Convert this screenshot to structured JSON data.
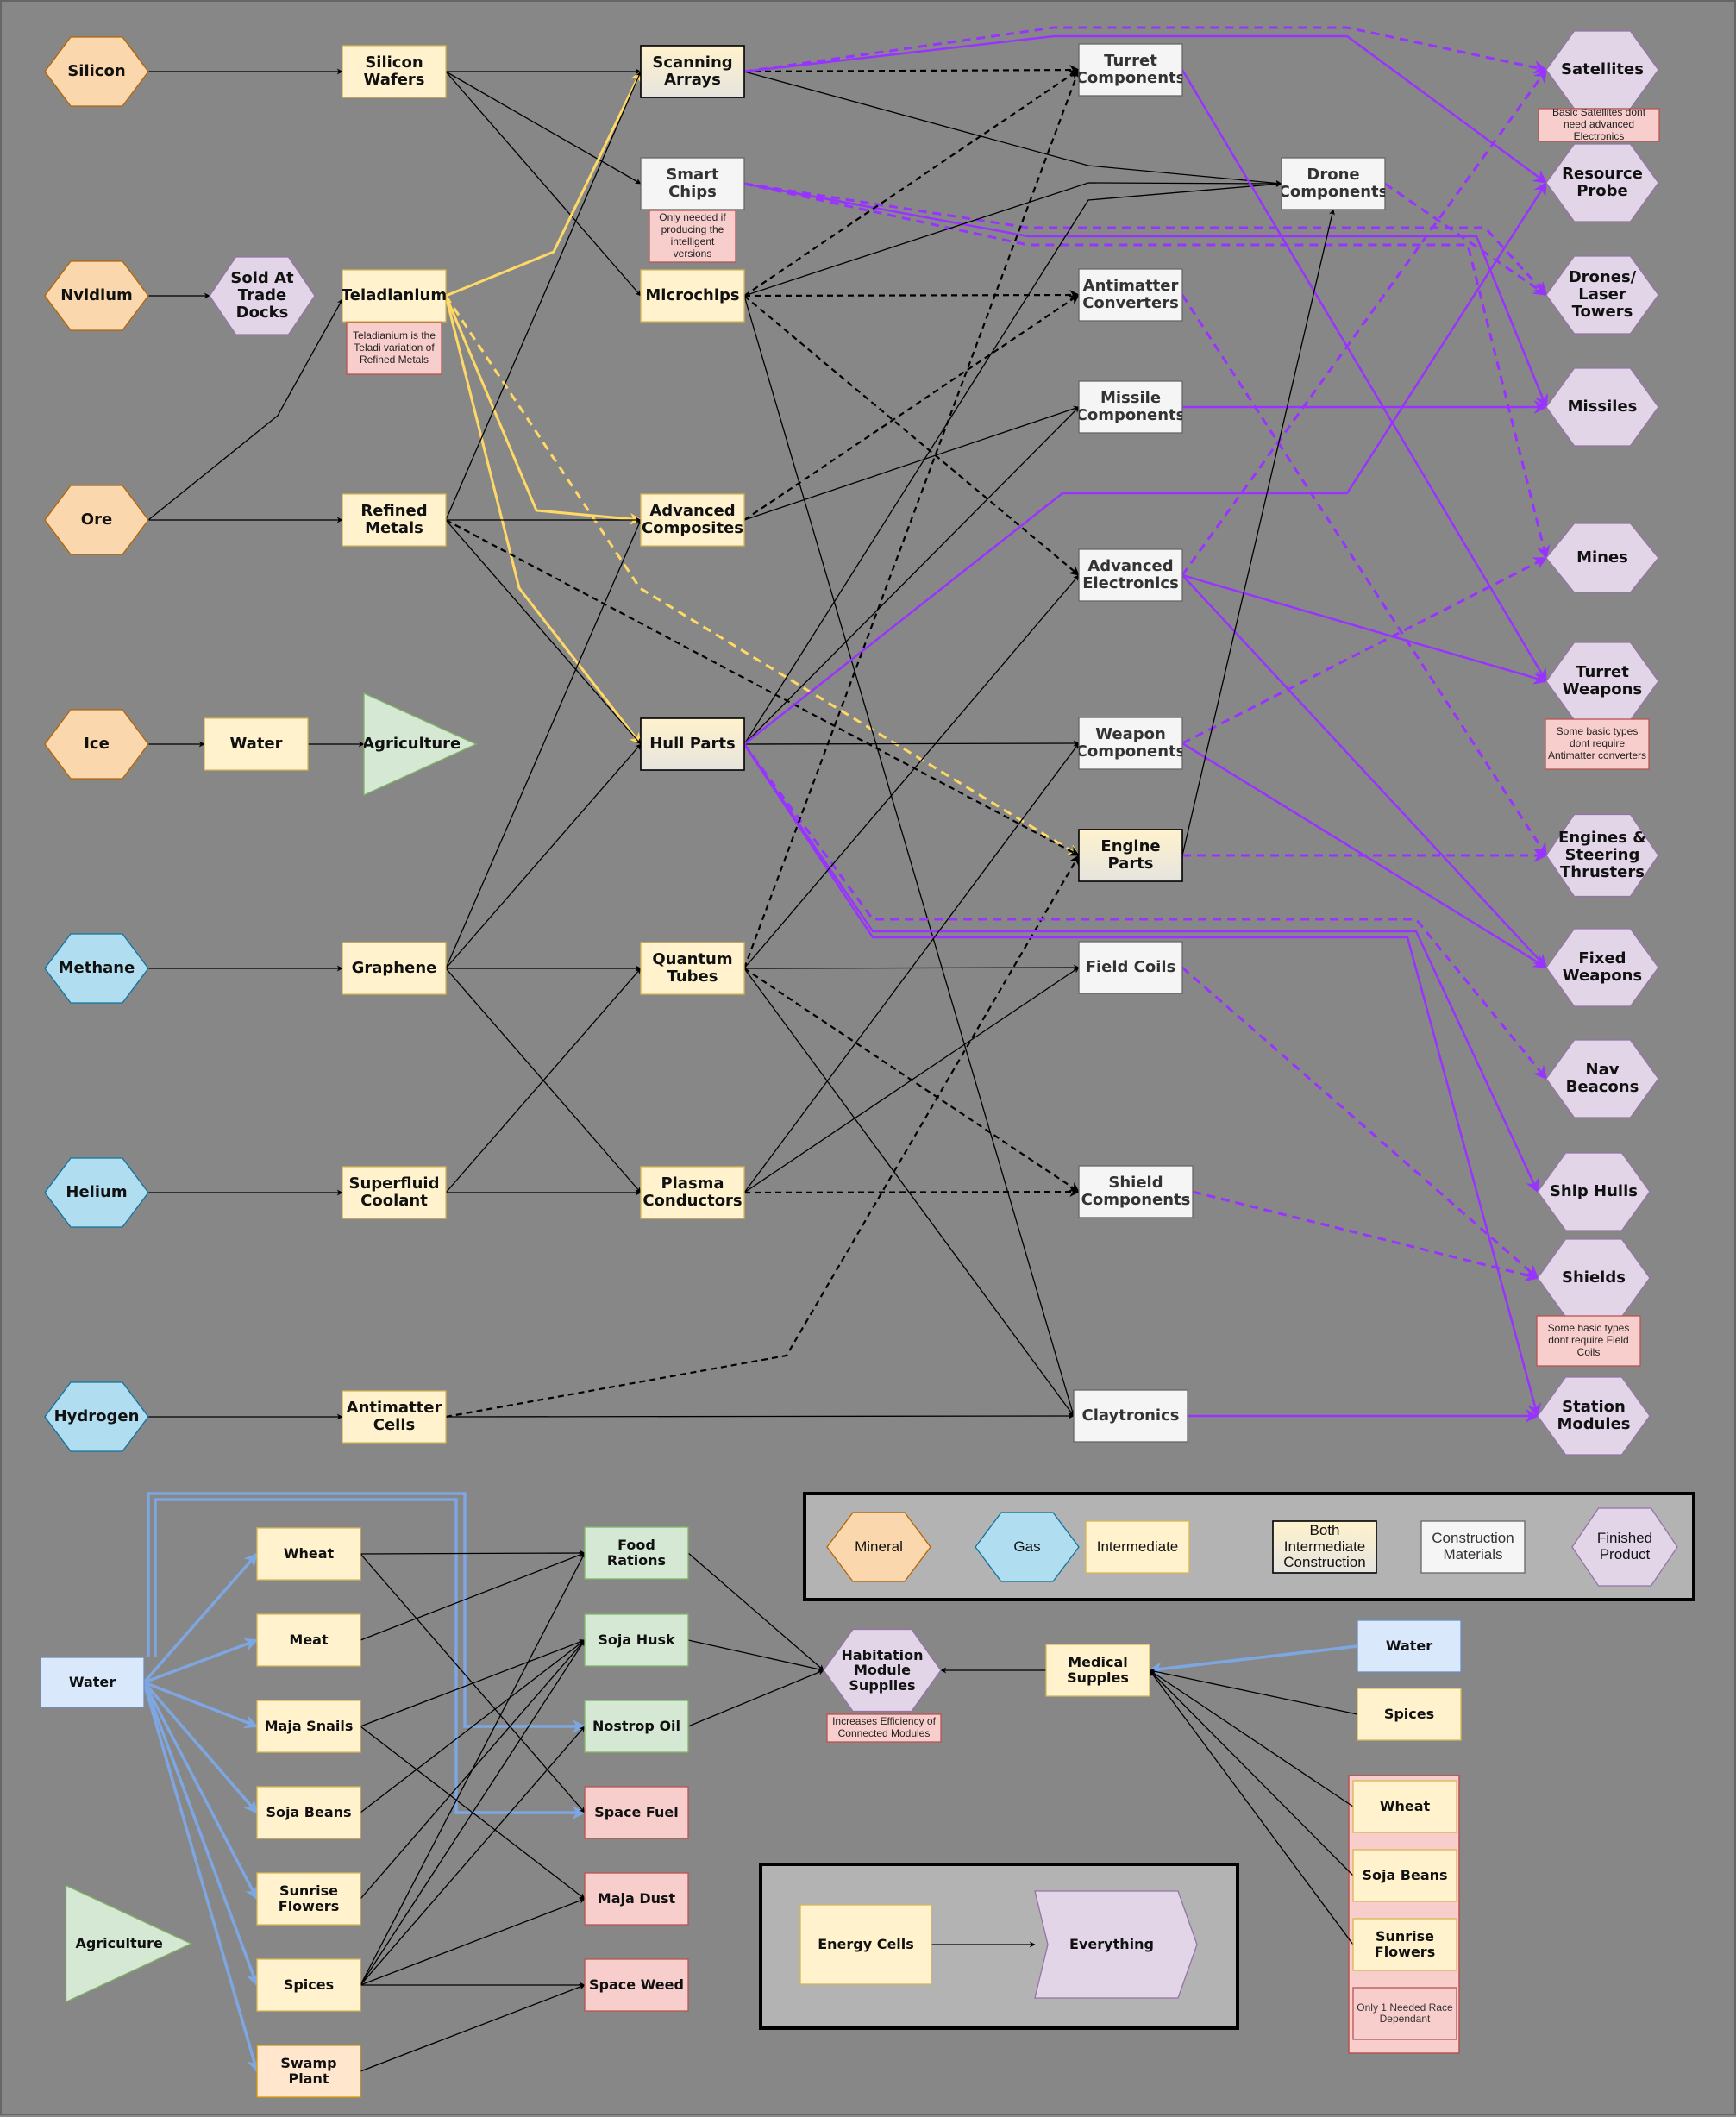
{
  "colors": {
    "background": "#878787",
    "mineral": "#fad7ac",
    "gas": "#b1ddf0",
    "intermediate": "#fff2cc",
    "construction": "#f5f5f5",
    "finished": "#e1d5e7",
    "note": "#f8cecc",
    "food": "#d5e8d4",
    "byproduct": "#f8cecc",
    "water": "#dae8fc",
    "edge_black": "#000000",
    "edge_yellow": "#ffd966",
    "edge_purple": "#9933ff",
    "edge_blue": "#7ea6e0"
  },
  "nodes": [
    {
      "id": "silicon",
      "label": "Silicon",
      "type": "mineral"
    },
    {
      "id": "nvidium",
      "label": "Nvidium",
      "type": "mineral"
    },
    {
      "id": "ore",
      "label": "Ore",
      "type": "mineral"
    },
    {
      "id": "ice",
      "label": "Ice",
      "type": "mineral"
    },
    {
      "id": "methane",
      "label": "Methane",
      "type": "gas"
    },
    {
      "id": "helium",
      "label": "Helium",
      "type": "gas"
    },
    {
      "id": "hydrogen",
      "label": "Hydrogen",
      "type": "gas"
    },
    {
      "id": "trade_docks",
      "label": "Sold At Trade Docks",
      "type": "finished"
    },
    {
      "id": "silicon_wafers",
      "label": "Silicon Wafers",
      "type": "intermediate"
    },
    {
      "id": "teladianium",
      "label": "Teladianium",
      "type": "intermediate"
    },
    {
      "id": "teladianium_note",
      "label": "Teladianium is the Teladi variation of Refined Metals",
      "type": "note"
    },
    {
      "id": "refined_metals",
      "label": "Refined Metals",
      "type": "intermediate"
    },
    {
      "id": "water_top",
      "label": "Water",
      "type": "intermediate"
    },
    {
      "id": "agriculture_top",
      "label": "Agriculture",
      "type": "process"
    },
    {
      "id": "graphene",
      "label": "Graphene",
      "type": "intermediate"
    },
    {
      "id": "superfluid",
      "label": "Superfluid Coolant",
      "type": "intermediate"
    },
    {
      "id": "antimatter_cells",
      "label": "Antimatter Cells",
      "type": "intermediate"
    },
    {
      "id": "scanning",
      "label": "Scanning Arrays",
      "type": "both"
    },
    {
      "id": "smart_chips",
      "label": "Smart Chips",
      "type": "construction"
    },
    {
      "id": "smart_note",
      "label": "Only needed if producing the intelligent versions",
      "type": "note"
    },
    {
      "id": "microchips",
      "label": "Microchips",
      "type": "intermediate"
    },
    {
      "id": "adv_comp",
      "label": "Advanced Composites",
      "type": "intermediate"
    },
    {
      "id": "hull",
      "label": "Hull Parts",
      "type": "both"
    },
    {
      "id": "quantum",
      "label": "Quantum Tubes",
      "type": "intermediate"
    },
    {
      "id": "plasma",
      "label": "Plasma Conductors",
      "type": "intermediate"
    },
    {
      "id": "turret_comp",
      "label": "Turret Components",
      "type": "construction"
    },
    {
      "id": "antimatter_conv",
      "label": "Antimatter Converters",
      "type": "construction"
    },
    {
      "id": "missile_comp",
      "label": "Missile Components",
      "type": "construction"
    },
    {
      "id": "adv_elec",
      "label": "Advanced Electronics",
      "type": "construction"
    },
    {
      "id": "weapon_comp",
      "label": "Weapon Components",
      "type": "construction"
    },
    {
      "id": "engine",
      "label": "Engine Parts",
      "type": "both"
    },
    {
      "id": "field_coils",
      "label": "Field Coils",
      "type": "construction"
    },
    {
      "id": "shield_comp",
      "label": "Shield Components",
      "type": "construction"
    },
    {
      "id": "claytronics",
      "label": "Claytronics",
      "type": "construction"
    },
    {
      "id": "drone_comp",
      "label": "Drone Components",
      "type": "construction"
    },
    {
      "id": "satellites",
      "label": "Satellites",
      "type": "finished"
    },
    {
      "id": "sat_note",
      "label": "Basic Satellites dont need advanced Electronics",
      "type": "note"
    },
    {
      "id": "resource_probe",
      "label": "Resource Probe",
      "type": "finished"
    },
    {
      "id": "drones",
      "label": "Drones/ Laser Towers",
      "type": "finished"
    },
    {
      "id": "missiles",
      "label": "Missiles",
      "type": "finished"
    },
    {
      "id": "mines",
      "label": "Mines",
      "type": "finished"
    },
    {
      "id": "turret_weapons",
      "label": "Turret Weapons",
      "type": "finished"
    },
    {
      "id": "tw_note",
      "label": "Some basic types dont require Antimatter converters",
      "type": "note"
    },
    {
      "id": "engines",
      "label": "Engines & Steering Thrusters",
      "type": "finished"
    },
    {
      "id": "fixed",
      "label": "Fixed Weapons",
      "type": "finished"
    },
    {
      "id": "nav",
      "label": "Nav Beacons",
      "type": "finished"
    },
    {
      "id": "ship_hulls",
      "label": "Ship Hulls",
      "type": "finished"
    },
    {
      "id": "shields",
      "label": "Shields",
      "type": "finished"
    },
    {
      "id": "shields_note",
      "label": "Some basic types dont require Field Coils",
      "type": "note"
    },
    {
      "id": "station",
      "label": "Station Modules",
      "type": "finished"
    },
    {
      "id": "leg_mineral",
      "label": "Mineral",
      "type": "mineral",
      "legend": true
    },
    {
      "id": "leg_gas",
      "label": "Gas",
      "type": "gas",
      "legend": true
    },
    {
      "id": "leg_intermediate",
      "label": "Intermediate",
      "type": "intermediate",
      "legend": true
    },
    {
      "id": "leg_both",
      "label": "Both Intermediate Construction",
      "type": "both",
      "legend": true
    },
    {
      "id": "leg_construction",
      "label": "Construction Materials",
      "type": "construction",
      "legend": true
    },
    {
      "id": "leg_finished",
      "label": "Finished Product",
      "type": "finished",
      "legend": true
    },
    {
      "id": "water_b",
      "label": "Water",
      "type": "water",
      "bottom": true
    },
    {
      "id": "wheat",
      "label": "Wheat",
      "type": "intermediate",
      "bottom": true
    },
    {
      "id": "meat",
      "label": "Meat",
      "type": "intermediate",
      "bottom": true
    },
    {
      "id": "maja_snails",
      "label": "Maja Snails",
      "type": "intermediate",
      "bottom": true
    },
    {
      "id": "soja_beans",
      "label": "Soja Beans",
      "type": "intermediate",
      "bottom": true
    },
    {
      "id": "sunrise",
      "label": "Sunrise Flowers",
      "type": "intermediate",
      "bottom": true
    },
    {
      "id": "spices",
      "label": "Spices",
      "type": "intermediate",
      "bottom": true
    },
    {
      "id": "swamp",
      "label": "Swamp Plant",
      "type": "swamp",
      "bottom": true
    },
    {
      "id": "agriculture_b",
      "label": "Agriculture",
      "type": "process",
      "bottom": true
    },
    {
      "id": "food_rations",
      "label": "Food Rations",
      "type": "food",
      "bottom": true
    },
    {
      "id": "soja_husk",
      "label": "Soja Husk",
      "type": "food",
      "bottom": true
    },
    {
      "id": "nostrop",
      "label": "Nostrop Oil",
      "type": "food",
      "bottom": true
    },
    {
      "id": "space_fuel",
      "label": "Space Fuel",
      "type": "byproduct",
      "bottom": true
    },
    {
      "id": "maja_dust",
      "label": "Maja Dust",
      "type": "byproduct",
      "bottom": true
    },
    {
      "id": "space_weed",
      "label": "Space Weed",
      "type": "byproduct",
      "bottom": true
    },
    {
      "id": "habitation",
      "label": "Habitation Module Supplies",
      "type": "finished",
      "bottom": true
    },
    {
      "id": "hab_note",
      "label": "Increases Efficiency of Connected Modules",
      "type": "note"
    },
    {
      "id": "medical",
      "label": "Medical Supples",
      "type": "intermediate",
      "bottom": true
    },
    {
      "id": "water_r",
      "label": "Water",
      "type": "water",
      "bottom": true
    },
    {
      "id": "spices_r",
      "label": "Spices",
      "type": "intermediate",
      "bottom": true
    },
    {
      "id": "wheat_r",
      "label": "Wheat",
      "type": "intermediate",
      "bottom": true
    },
    {
      "id": "soja_r",
      "label": "Soja Beans",
      "type": "intermediate",
      "bottom": true
    },
    {
      "id": "sunrise_r",
      "label": "Sunrise Flowers",
      "type": "intermediate",
      "bottom": true
    },
    {
      "id": "race_note",
      "label": "Only 1 Needed Race Dependant",
      "type": "racenote"
    },
    {
      "id": "energy_cells",
      "label": "Energy Cells",
      "type": "intermediate",
      "bottom": true
    },
    {
      "id": "everything",
      "label": "Everything",
      "type": "finished",
      "bottom": true
    }
  ],
  "edges": [
    {
      "from": "silicon",
      "to": "silicon_wafers",
      "style": "solid"
    },
    {
      "from": "nvidium",
      "to": "trade_docks",
      "style": "solid"
    },
    {
      "from": "ore",
      "to": "teladianium",
      "style": "solid"
    },
    {
      "from": "ore",
      "to": "refined_metals",
      "style": "solid"
    },
    {
      "from": "ice",
      "to": "water_top",
      "style": "solid"
    },
    {
      "from": "water_top",
      "to": "agriculture_top",
      "style": "solid"
    },
    {
      "from": "methane",
      "to": "graphene",
      "style": "solid"
    },
    {
      "from": "helium",
      "to": "superfluid",
      "style": "solid"
    },
    {
      "from": "hydrogen",
      "to": "antimatter_cells",
      "style": "solid"
    },
    {
      "from": "silicon_wafers",
      "to": "scanning",
      "style": "solid"
    },
    {
      "from": "silicon_wafers",
      "to": "smart_chips",
      "style": "solid"
    },
    {
      "from": "silicon_wafers",
      "to": "microchips",
      "style": "solid"
    },
    {
      "from": "teladianium",
      "to": "scanning",
      "style": "yellow"
    },
    {
      "from": "teladianium",
      "to": "adv_comp",
      "style": "yellow"
    },
    {
      "from": "teladianium",
      "to": "hull",
      "style": "yellow"
    },
    {
      "from": "teladianium",
      "to": "engine",
      "style": "yellow-dashed"
    },
    {
      "from": "refined_metals",
      "to": "scanning",
      "style": "solid"
    },
    {
      "from": "refined_metals",
      "to": "adv_comp",
      "style": "solid"
    },
    {
      "from": "refined_metals",
      "to": "hull",
      "style": "solid"
    },
    {
      "from": "refined_metals",
      "to": "engine",
      "style": "dashed"
    },
    {
      "from": "graphene",
      "to": "adv_comp",
      "style": "solid"
    },
    {
      "from": "graphene",
      "to": "hull",
      "style": "solid"
    },
    {
      "from": "graphene",
      "to": "quantum",
      "style": "solid"
    },
    {
      "from": "graphene",
      "to": "plasma",
      "style": "solid"
    },
    {
      "from": "superfluid",
      "to": "quantum",
      "style": "solid"
    },
    {
      "from": "superfluid",
      "to": "plasma",
      "style": "solid"
    },
    {
      "from": "antimatter_cells",
      "to": "engine",
      "style": "dashed"
    },
    {
      "from": "antimatter_cells",
      "to": "claytronics",
      "style": "solid"
    },
    {
      "from": "scanning",
      "to": "turret_comp",
      "style": "dashed"
    },
    {
      "from": "scanning",
      "to": "drone_comp",
      "style": "solid"
    },
    {
      "from": "scanning",
      "to": "satellites",
      "style": "purple-dashed"
    },
    {
      "from": "scanning",
      "to": "resource_probe",
      "style": "purple"
    },
    {
      "from": "smart_chips",
      "to": "drones",
      "style": "purple-dashed"
    },
    {
      "from": "smart_chips",
      "to": "missiles",
      "style": "purple"
    },
    {
      "from": "smart_chips",
      "to": "mines",
      "style": "purple-dashed"
    },
    {
      "from": "microchips",
      "to": "turret_comp",
      "style": "dashed"
    },
    {
      "from": "microchips",
      "to": "antimatter_conv",
      "style": "dashed"
    },
    {
      "from": "microchips",
      "to": "adv_elec",
      "style": "dashed"
    },
    {
      "from": "microchips",
      "to": "drone_comp",
      "style": "solid"
    },
    {
      "from": "microchips",
      "to": "claytronics",
      "style": "solid"
    },
    {
      "from": "adv_comp",
      "to": "antimatter_conv",
      "style": "dashed"
    },
    {
      "from": "adv_comp",
      "to": "missile_comp",
      "style": "solid"
    },
    {
      "from": "hull",
      "to": "weapon_comp",
      "style": "solid"
    },
    {
      "from": "hull",
      "to": "missile_comp",
      "style": "solid"
    },
    {
      "from": "hull",
      "to": "drone_comp",
      "style": "solid"
    },
    {
      "from": "hull",
      "to": "resource_probe",
      "style": "purple"
    },
    {
      "from": "hull",
      "to": "ship_hulls",
      "style": "purple"
    },
    {
      "from": "hull",
      "to": "station",
      "style": "purple"
    },
    {
      "from": "hull",
      "to": "nav",
      "style": "purple-dashed"
    },
    {
      "from": "quantum",
      "to": "turret_comp",
      "style": "dashed"
    },
    {
      "from": "quantum",
      "to": "adv_elec",
      "style": "solid"
    },
    {
      "from": "quantum",
      "to": "field_coils",
      "style": "solid"
    },
    {
      "from": "quantum",
      "to": "shield_comp",
      "style": "dashed"
    },
    {
      "from": "quantum",
      "to": "claytronics",
      "style": "solid"
    },
    {
      "from": "plasma",
      "to": "weapon_comp",
      "style": "solid"
    },
    {
      "from": "plasma",
      "to": "field_coils",
      "style": "solid"
    },
    {
      "from": "plasma",
      "to": "shield_comp",
      "style": "dashed"
    },
    {
      "from": "turret_comp",
      "to": "turret_weapons",
      "style": "purple"
    },
    {
      "from": "antimatter_conv",
      "to": "engines",
      "style": "purple-dashed"
    },
    {
      "from": "missile_comp",
      "to": "missiles",
      "style": "purple"
    },
    {
      "from": "adv_elec",
      "to": "satellites",
      "style": "purple-dashed"
    },
    {
      "from": "adv_elec",
      "to": "turret_weapons",
      "style": "purple"
    },
    {
      "from": "adv_elec",
      "to": "fixed",
      "style": "purple"
    },
    {
      "from": "weapon_comp",
      "to": "mines",
      "style": "purple-dashed"
    },
    {
      "from": "weapon_comp",
      "to": "fixed",
      "style": "purple"
    },
    {
      "from": "engine",
      "to": "drone_comp",
      "style": "solid"
    },
    {
      "from": "engine",
      "to": "engines",
      "style": "purple-dashed"
    },
    {
      "from": "drone_comp",
      "to": "drones",
      "style": "purple-dashed"
    },
    {
      "from": "field_coils",
      "to": "shields",
      "style": "purple-dashed"
    },
    {
      "from": "shield_comp",
      "to": "shields",
      "style": "purple-dashed"
    },
    {
      "from": "claytronics",
      "to": "station",
      "style": "purple"
    },
    {
      "from": "water_b",
      "to": "wheat",
      "style": "blue"
    },
    {
      "from": "water_b",
      "to": "meat",
      "style": "blue"
    },
    {
      "from": "water_b",
      "to": "maja_snails",
      "style": "blue"
    },
    {
      "from": "water_b",
      "to": "soja_beans",
      "style": "blue"
    },
    {
      "from": "water_b",
      "to": "sunrise",
      "style": "blue"
    },
    {
      "from": "water_b",
      "to": "spices",
      "style": "blue"
    },
    {
      "from": "water_b",
      "to": "swamp",
      "style": "blue"
    },
    {
      "from": "water_b",
      "to": "nostrop",
      "style": "blue"
    },
    {
      "from": "water_b",
      "to": "space_fuel",
      "style": "blue"
    },
    {
      "from": "wheat",
      "to": "food_rations",
      "style": "solid"
    },
    {
      "from": "wheat",
      "to": "space_fuel",
      "style": "solid"
    },
    {
      "from": "meat",
      "to": "food_rations",
      "style": "solid"
    },
    {
      "from": "maja_snails",
      "to": "soja_husk",
      "style": "solid"
    },
    {
      "from": "maja_snails",
      "to": "maja_dust",
      "style": "solid"
    },
    {
      "from": "soja_beans",
      "to": "soja_husk",
      "style": "solid"
    },
    {
      "from": "sunrise",
      "to": "soja_husk",
      "style": "solid"
    },
    {
      "from": "spices",
      "to": "food_rations",
      "style": "solid"
    },
    {
      "from": "spices",
      "to": "soja_husk",
      "style": "solid"
    },
    {
      "from": "spices",
      "to": "nostrop",
      "style": "solid"
    },
    {
      "from": "spices",
      "to": "maja_dust",
      "style": "solid"
    },
    {
      "from": "spices",
      "to": "space_weed",
      "style": "solid"
    },
    {
      "from": "swamp",
      "to": "space_weed",
      "style": "solid"
    },
    {
      "from": "food_rations",
      "to": "habitation",
      "style": "solid"
    },
    {
      "from": "soja_husk",
      "to": "habitation",
      "style": "solid"
    },
    {
      "from": "nostrop",
      "to": "habitation",
      "style": "solid"
    },
    {
      "from": "medical",
      "to": "habitation",
      "style": "solid"
    },
    {
      "from": "water_r",
      "to": "medical",
      "style": "blue"
    },
    {
      "from": "spices_r",
      "to": "medical",
      "style": "solid"
    },
    {
      "from": "wheat_r",
      "to": "medical",
      "style": "solid"
    },
    {
      "from": "soja_r",
      "to": "medical",
      "style": "solid"
    },
    {
      "from": "sunrise_r",
      "to": "medical",
      "style": "solid"
    },
    {
      "from": "energy_cells",
      "to": "everything",
      "style": "solid"
    }
  ]
}
